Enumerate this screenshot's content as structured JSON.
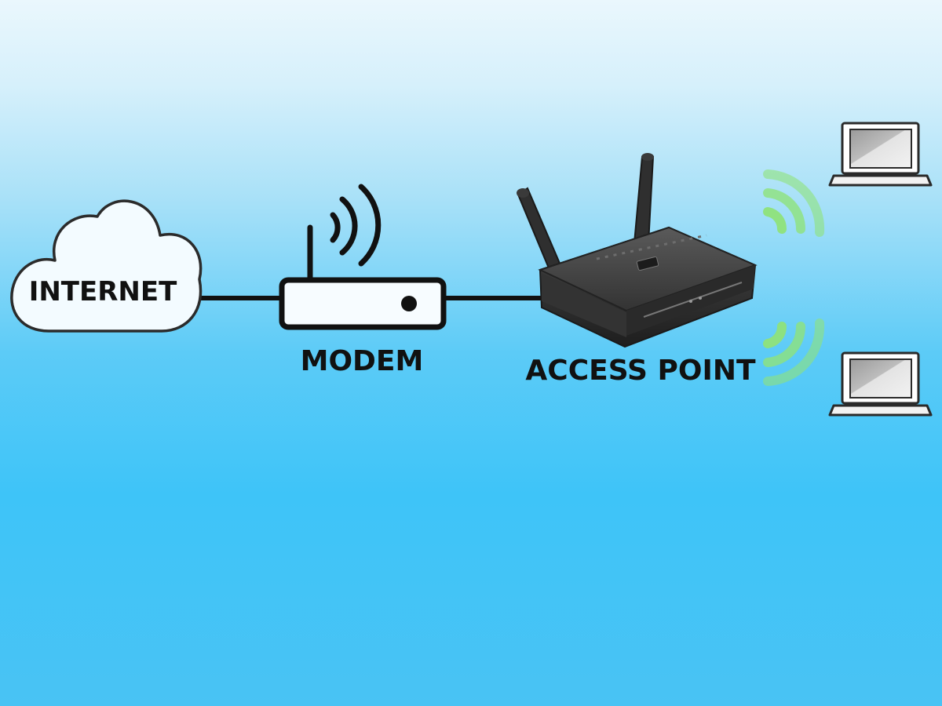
{
  "nodes": {
    "internet": {
      "label": "INTERNET"
    },
    "modem": {
      "label": "MODEM"
    },
    "access_point": {
      "label": "ACCESS POINT"
    }
  },
  "colors": {
    "line": "#111111",
    "wifi_waves": "#7ee05a",
    "device_body": "#3a3a3a"
  },
  "icons": [
    "cloud-icon",
    "modem-icon",
    "wifi-signal-icon",
    "router-icon",
    "laptop-icon"
  ]
}
